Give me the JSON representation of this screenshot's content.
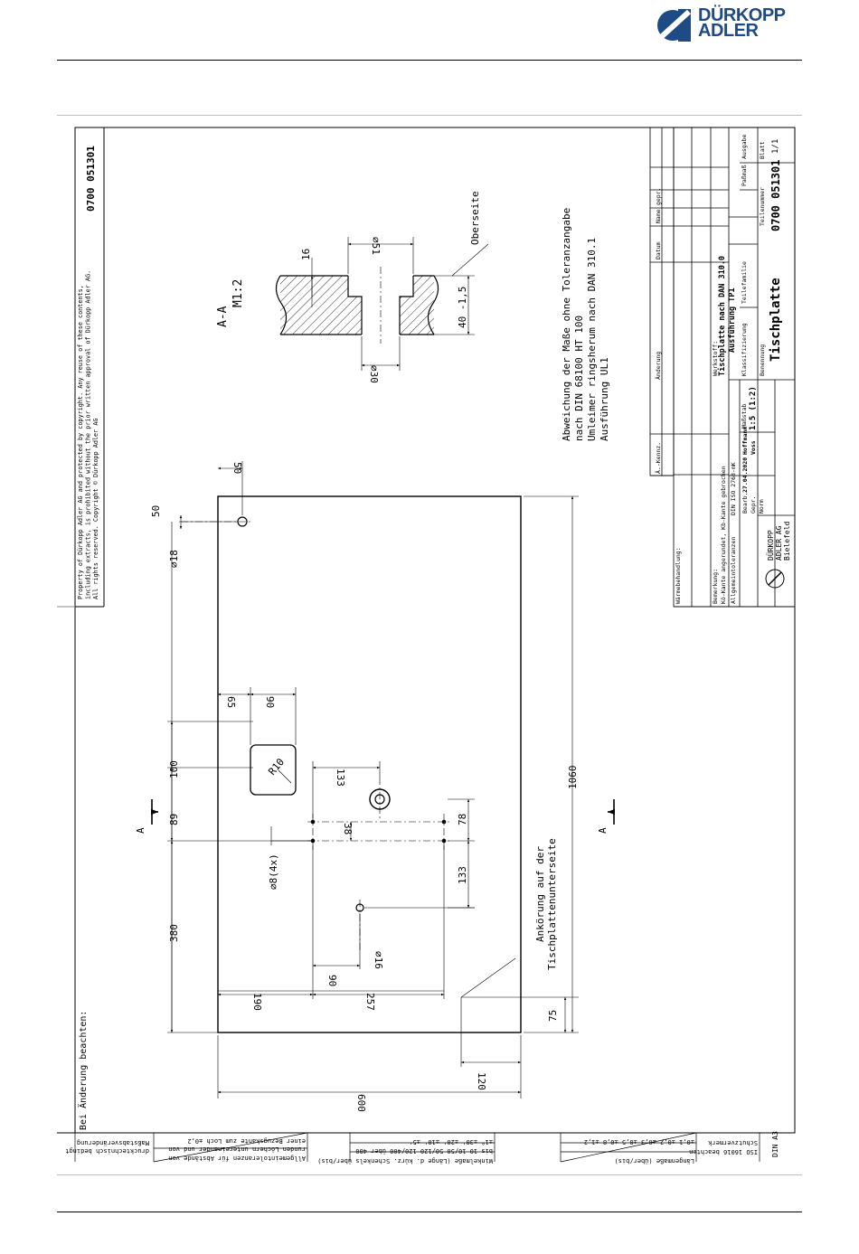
{
  "logo": {
    "line1": "DÜRKOPP",
    "line2": "ADLER",
    "color": "#1e4a85"
  },
  "copyright": {
    "line1": "Property of Dürkopp Adler AG and protected by copyright. Any reuse of these contents,",
    "line2": "including extracts, is prohibited without the prior written approval of Dürkopp Adler AG.",
    "line3": "All rights reserved. Copyright © Dürkopp Adler AG"
  },
  "drawing_number": "0700 051301",
  "section": {
    "title": "A-A",
    "scale": "M1:2",
    "topside": "Oberseite",
    "dims": {
      "d51": "⌀51",
      "d30": "⌀30",
      "h16": "16",
      "h40": "40 -1,5"
    }
  },
  "notes": {
    "line1": "Abweichung der Maße ohne Toleranzangabe",
    "line2": "nach DIN 68100 HT 100",
    "line3": "Umleimer ringsherum nach DAN 310.1",
    "line4": "Ausführung UL1"
  },
  "plate_dims": {
    "d50_left": "50",
    "d50_top": "50",
    "d18": "⌀18",
    "d65": "65",
    "d90_top": "90",
    "d100": "100",
    "r10": "R10",
    "d133_top": "133",
    "d89": "89",
    "d38": "38",
    "d78": "78",
    "d8": "⌀8(4x)",
    "d380": "380",
    "d133_mid": "133",
    "d16": "⌀16",
    "d90_mid": "90",
    "d190": "190",
    "d257": "257",
    "d75": "75",
    "d120": "120",
    "d600": "600",
    "d1060": "1060",
    "section_mark": "A",
    "annotation_l1": "Ankörung auf der",
    "annotation_l2": "Tischplattenunterseite"
  },
  "title_block": {
    "material_label": "Werkstoff:",
    "material": "Tischplatte nach DAN 310.0",
    "variant": "Ausführung TP1",
    "treatment_label": "Wärmebehandlung:",
    "remarks_label": "Bemerkung:",
    "edge_note": "Kö-Kante angerundet, Kb-Kante gebrochen",
    "tol_label": "Allgemeintoleranzen",
    "tol_value": "DIN ISO 2768-mK",
    "scale_label": "Maßstab",
    "scale": "1:5 (1:2)",
    "class_label": "Klassifizierung",
    "family_label": "Teilefamilie",
    "fit_label": "Paßmaß",
    "name_label": "Benennung",
    "name": "Tischplatte",
    "part_label": "Teilenummer",
    "part_number": "0700 051301",
    "sheet_label": "Blatt",
    "sheet": "1/1",
    "issue_label": "Ausgabe",
    "drawn_label": "Bearb.",
    "drawn_date": "27.04.2020",
    "drawn_by": "Hoffmann",
    "checked_label": "Gepr.",
    "checked_by": "Voss",
    "norm_label": "Norm",
    "company1": "DÜRKOPP",
    "company2": "ADLER AG",
    "company3": "Bielefeld",
    "change_cols": [
      "Ä.-Kennz.",
      "Änderung",
      "Datum",
      "Name",
      "gepr."
    ],
    "change_note": "Bei Änderung beachten:"
  },
  "bottom_strip": {
    "din": "DIN A3",
    "protection": "ISO 16016 beachten",
    "protection_label": "Schutzvermerk",
    "length_label": "Längenmaße (über/bis)",
    "length_tol": "±0,1  ±0,2  ±0,3  ±0,5  ±0,8  ±1,2",
    "angle_label": "Winkelmaße (Länge d. kürz. Schenkels über/bis)",
    "angle_ranges": "bis 10  10/50  50/120  120/400  über 400",
    "angle_tol": "±1°  ±30'  ±20'  ±10'  ±5'",
    "hole_label": "Allgemeintoleranzen für Abstände von",
    "hole_line2": "runden Löchern untereinander und von",
    "hole_line3": "einer Bezugskante zum Loch ±0,2",
    "scale_note1": "Maßstabsveränderung",
    "scale_note2": "drucktechnisch bedingt"
  }
}
